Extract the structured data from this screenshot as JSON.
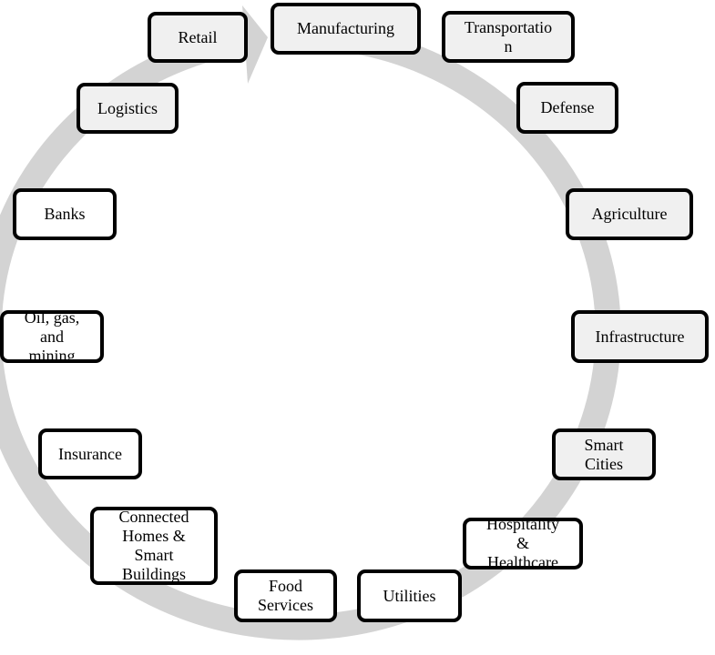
{
  "diagram": {
    "nodes": {
      "retail": "Retail",
      "manufacturing": "Manufacturing",
      "transportation": "Transportatio\nn",
      "logistics": "Logistics",
      "defense": "Defense",
      "banks": "Banks",
      "agriculture": "Agriculture",
      "oil_gas_mining": "Oil, gas,\nand\nmining",
      "infrastructure": "Infrastructure",
      "insurance": "Insurance",
      "smart_cities": "Smart\nCities",
      "connected_homes": "Connected\nHomes &\nSmart\nBuildings",
      "hospitality": "Hospitality\n&\nHealthcare",
      "food_services": "Food\nServices",
      "utilities": "Utilities"
    },
    "colors": {
      "ring": "#d3d3d3",
      "node_border": "#000000",
      "node_fill_shaded": "#f0f0f0",
      "node_fill_plain": "#ffffff"
    }
  }
}
